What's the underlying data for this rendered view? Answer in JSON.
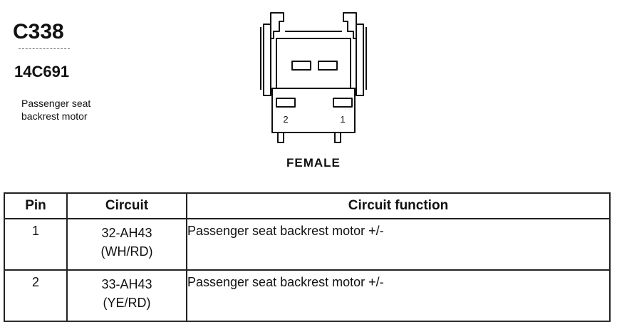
{
  "connector": {
    "id": "C338",
    "part_number": "14C691",
    "description_line1": "Passenger seat",
    "description_line2": "backrest motor",
    "gender": "FEMALE",
    "pin_labels": [
      "2",
      "1"
    ]
  },
  "table": {
    "headers": {
      "pin": "Pin",
      "circuit": "Circuit",
      "function": "Circuit function"
    },
    "rows": [
      {
        "pin": "1",
        "circuit": "32-AH43",
        "color": "(WH/RD)",
        "function": "Passenger seat backrest motor +/-"
      },
      {
        "pin": "2",
        "circuit": "33-AH43",
        "color": "(YE/RD)",
        "function": "Passenger seat backrest motor +/-"
      }
    ]
  }
}
